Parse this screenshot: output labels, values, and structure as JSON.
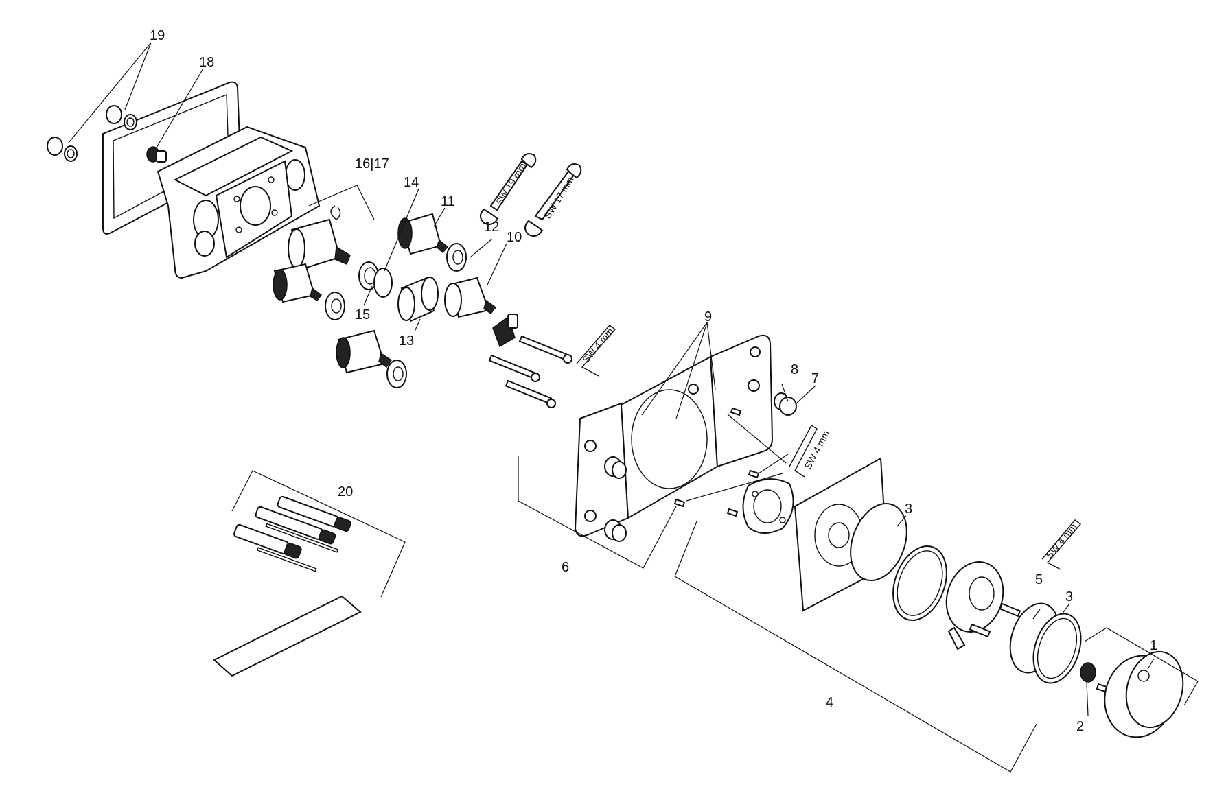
{
  "callouts": [
    {
      "id": "p1",
      "label": "1"
    },
    {
      "id": "p2",
      "label": "2"
    },
    {
      "id": "p3a",
      "label": "3"
    },
    {
      "id": "p3b",
      "label": "3"
    },
    {
      "id": "p4",
      "label": "4"
    },
    {
      "id": "p5",
      "label": "5"
    },
    {
      "id": "p6",
      "label": "6"
    },
    {
      "id": "p7",
      "label": "7"
    },
    {
      "id": "p8",
      "label": "8"
    },
    {
      "id": "p9",
      "label": "9"
    },
    {
      "id": "p10",
      "label": "10"
    },
    {
      "id": "p11",
      "label": "11"
    },
    {
      "id": "p12",
      "label": "12"
    },
    {
      "id": "p13",
      "label": "13"
    },
    {
      "id": "p14",
      "label": "14"
    },
    {
      "id": "p15",
      "label": "15"
    },
    {
      "id": "p1617",
      "label": "16|17"
    },
    {
      "id": "p18",
      "label": "18"
    },
    {
      "id": "p19",
      "label": "19"
    },
    {
      "id": "p20",
      "label": "20"
    }
  ],
  "tools": {
    "wrench_19": "SW 19 mm",
    "wrench_17": "SW 17 mm",
    "hex_key_a": "SW 4 mm",
    "hex_key_b": "SW 4 mm",
    "hex_key_c": "SW 4 mm"
  }
}
